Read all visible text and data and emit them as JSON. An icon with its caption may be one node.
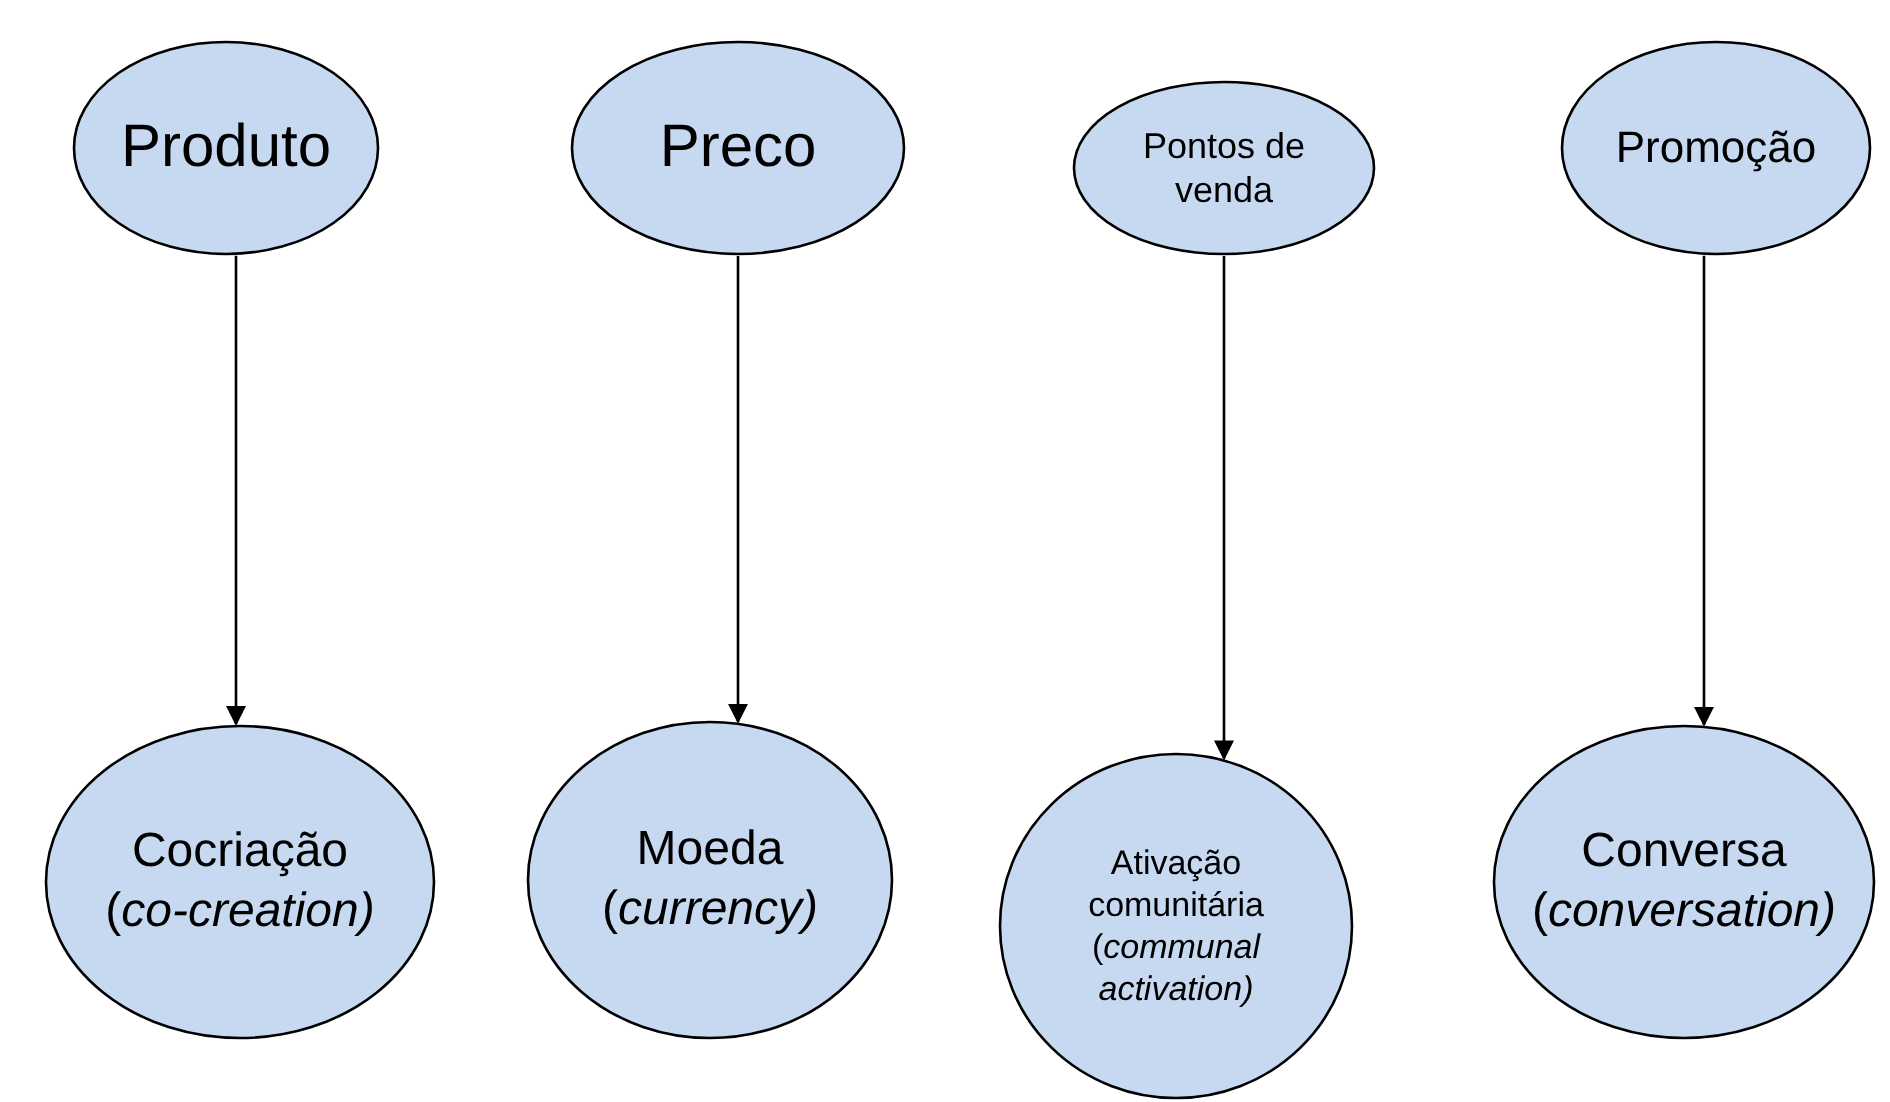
{
  "diagram": {
    "nodes": [
      {
        "text": [
          "Produto"
        ]
      },
      {
        "text": [
          "Preco"
        ]
      },
      {
        "text": [
          "Pontos de venda"
        ]
      },
      {
        "text": [
          "Promoção"
        ]
      },
      {
        "text": [
          "Cocriação",
          "(*co-creation)*"
        ]
      },
      {
        "text": [
          "Moeda",
          "(*currency)*"
        ]
      },
      {
        "text": [
          "Ativação comunitária",
          "(*communal activation)*"
        ]
      },
      {
        "text": [
          "Conversa",
          "(*conversation)*"
        ]
      }
    ],
    "edges": [
      {
        "from": 0,
        "to": 4,
        "arrow": "to"
      },
      {
        "from": 1,
        "to": 5,
        "arrow": "to"
      },
      {
        "from": 2,
        "to": 6,
        "arrow": "to"
      },
      {
        "from": 3,
        "to": 7,
        "arrow": "to"
      }
    ]
  }
}
